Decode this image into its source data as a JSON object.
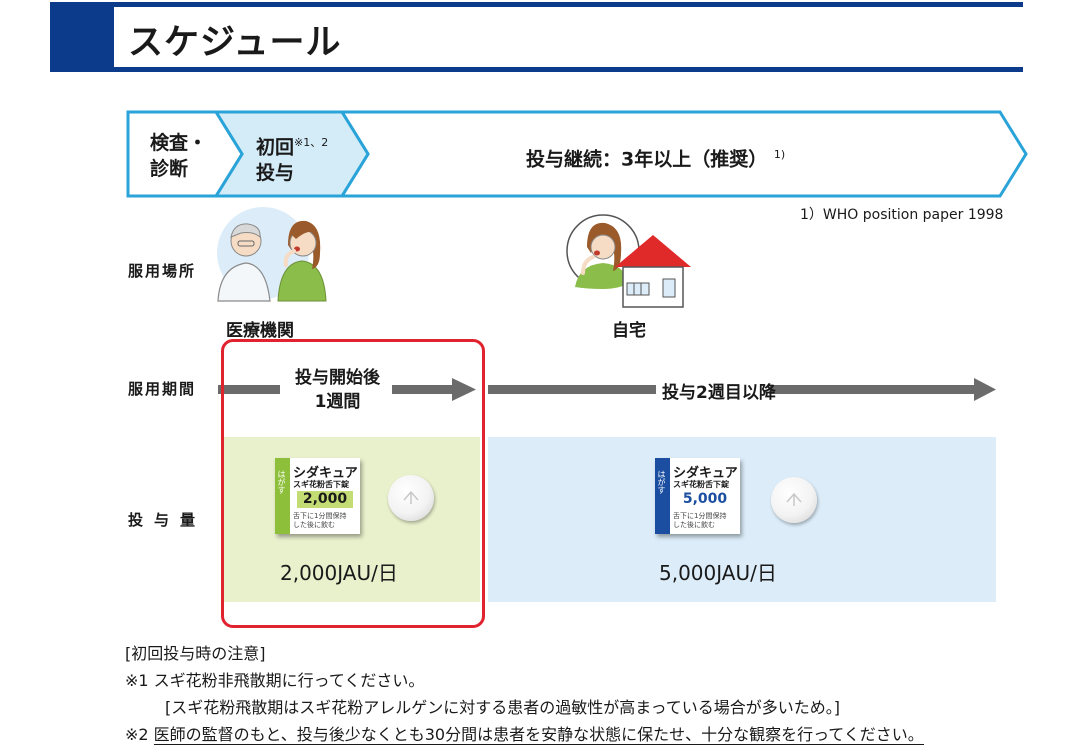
{
  "header": {
    "title": "スケジュール"
  },
  "phases": {
    "p1_line1": "検査・",
    "p1_line2": "診断",
    "p2_line1": "初回",
    "p2_sup": "※1、2",
    "p2_line2": "投与",
    "p3": "投与継続：3年以上（推奨）",
    "p3_sup": "1)",
    "reference": "1）WHO position paper 1998"
  },
  "row_labels": {
    "place": "服用場所",
    "period": "服用期間",
    "dose": "投与量"
  },
  "places": {
    "clinic": "医療機関",
    "home": "自宅"
  },
  "periods": {
    "first_line1": "投与開始後",
    "first_line2": "1週間",
    "second": "投与2週目以降"
  },
  "packages": {
    "p2000": {
      "brand": "シダキュア",
      "sub": "スギ花粉舌下錠",
      "strength": "2,000",
      "side": "はがす",
      "note1": "舌下に1分間保持",
      "note2": "した後に飲む"
    },
    "p5000": {
      "brand": "シダキュア",
      "sub": "スギ花粉舌下錠",
      "strength": "5,000",
      "side": "はがす",
      "note1": "舌下に1分間保持",
      "note2": "した後に飲む"
    }
  },
  "doses": {
    "first": "2,000JAU/日",
    "maintenance": "5,000JAU/日"
  },
  "notes": {
    "title": "[初回投与時の注意]",
    "n1": "※1 スギ花粉非飛散期に行ってください。",
    "n1_detail": "[スギ花粉飛散期はスギ花粉アレルゲンに対する患者の過敏性が高まっている場合が多いため。]",
    "n2_mark": "※2 ",
    "n2": "医師の監督のもと、投与後少なくとも30分間は患者を安静な状態に保たせ、十分な観察を行ってください。"
  },
  "colors": {
    "header_blue": "#0d3b8c",
    "chevron_stroke": "#29a3d8",
    "chevron_active_fill": "#d3ecf8",
    "panel_green": "#e9f0cc",
    "panel_blue": "#dcedf9",
    "highlight_red": "#e0232f",
    "arrow_gray": "#6b6b6b"
  }
}
